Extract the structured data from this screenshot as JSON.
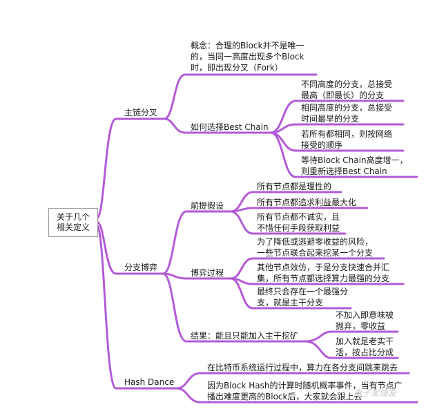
{
  "mindmap": {
    "root": "关于几个\n相关定义",
    "branches": {
      "main_fork": {
        "label": "主链分叉",
        "concept": "概念：合理的Block并不是唯一\n的，当同一高度出现多个Block\n时，即出现分叉（Fork）",
        "choose": {
          "label": "如何选择Best Chain",
          "items": [
            "不同高度的分支，总接受\n最高（即最长）的分支",
            "相同高度的分支，总接受\n时间最早的分支",
            "若所有都相同，则按网络\n接受的顺序",
            "等待Block Chain高度增一，\n则重新选择Best Chain"
          ]
        }
      },
      "fork_game": {
        "label": "分支博弈",
        "premise": {
          "label": "前提假设",
          "items": [
            "所有节点都是理性的",
            "所有节点都追求利益最大化",
            "所有节点都不诚实，且\n不惜任何手段获取利益"
          ]
        },
        "process": {
          "label": "博弈过程",
          "items": [
            "为了降低或逃避零收益的风险，\n一些节点联合起来挖某一个分支",
            "其他节点效仿，于是分支快速合并汇\n集，所有节点都选择算力最强的分支",
            "最终只会存在一个最强分\n支，就是主干分支"
          ]
        },
        "result": {
          "label": "结果：能且只能加入主干挖矿",
          "items": [
            "不加入即意味被\n抛弃，零收益",
            "加入就是老实干\n活，按占比分成"
          ]
        }
      },
      "hash_dance": {
        "label": "Hash Dance",
        "items": [
          "在比特币系统运行过程中，算力在各分支间跳来跳去",
          "因为Block Hash的计算时随机概率事件，当有节点广\n播出难度更高的Block后，大家就会跟上去"
        ]
      }
    },
    "watermark": "电子发烧友",
    "line_color": "#b35ad6"
  }
}
